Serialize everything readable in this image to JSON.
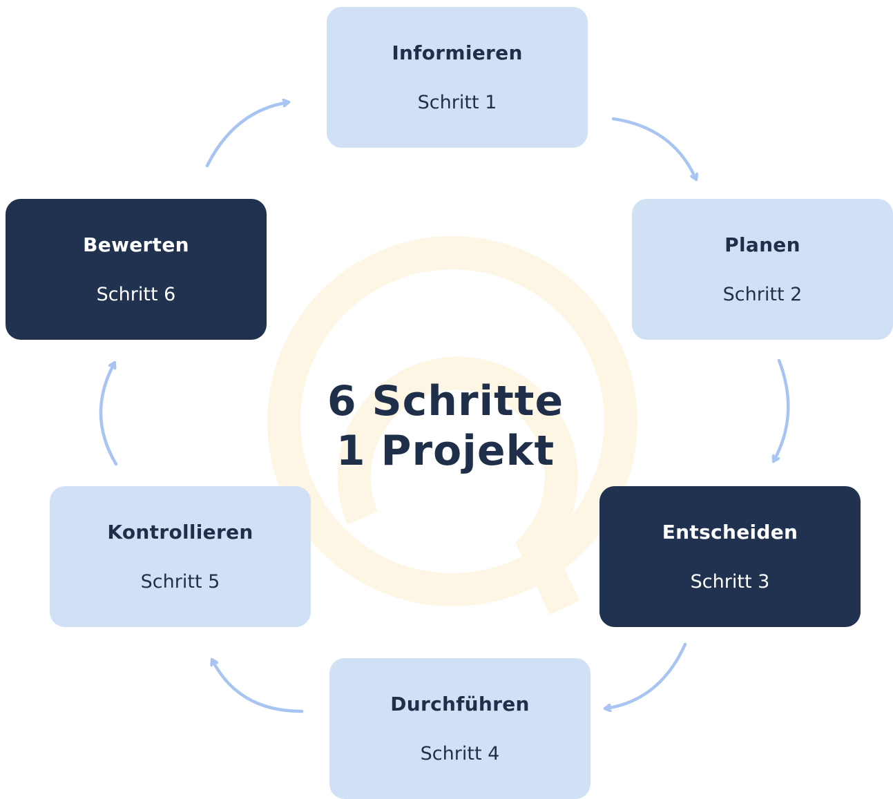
{
  "center": {
    "line1": "6 Schritte",
    "line2": "1 Projekt"
  },
  "steps": [
    {
      "title": "Informieren",
      "subtitle": "Schritt 1",
      "variant": "light"
    },
    {
      "title": "Planen",
      "subtitle": "Schritt 2",
      "variant": "light"
    },
    {
      "title": "Entscheiden",
      "subtitle": "Schritt 3",
      "variant": "dark"
    },
    {
      "title": "Durchführen",
      "subtitle": "Schritt 4",
      "variant": "light"
    },
    {
      "title": "Kontrollieren",
      "subtitle": "Schritt 5",
      "variant": "light"
    },
    {
      "title": "Bewerten",
      "subtitle": "Schritt 6",
      "variant": "dark"
    }
  ],
  "colors": {
    "light_box": "#d0e0f5",
    "dark_box": "#203250",
    "arrow": "#a8c4f2",
    "watermark": "#fdf6e4",
    "text_dark": "#1f2f4a"
  },
  "icons": {
    "cycle_arrow": "curved-arrow-icon",
    "watermark": "logo-watermark"
  }
}
